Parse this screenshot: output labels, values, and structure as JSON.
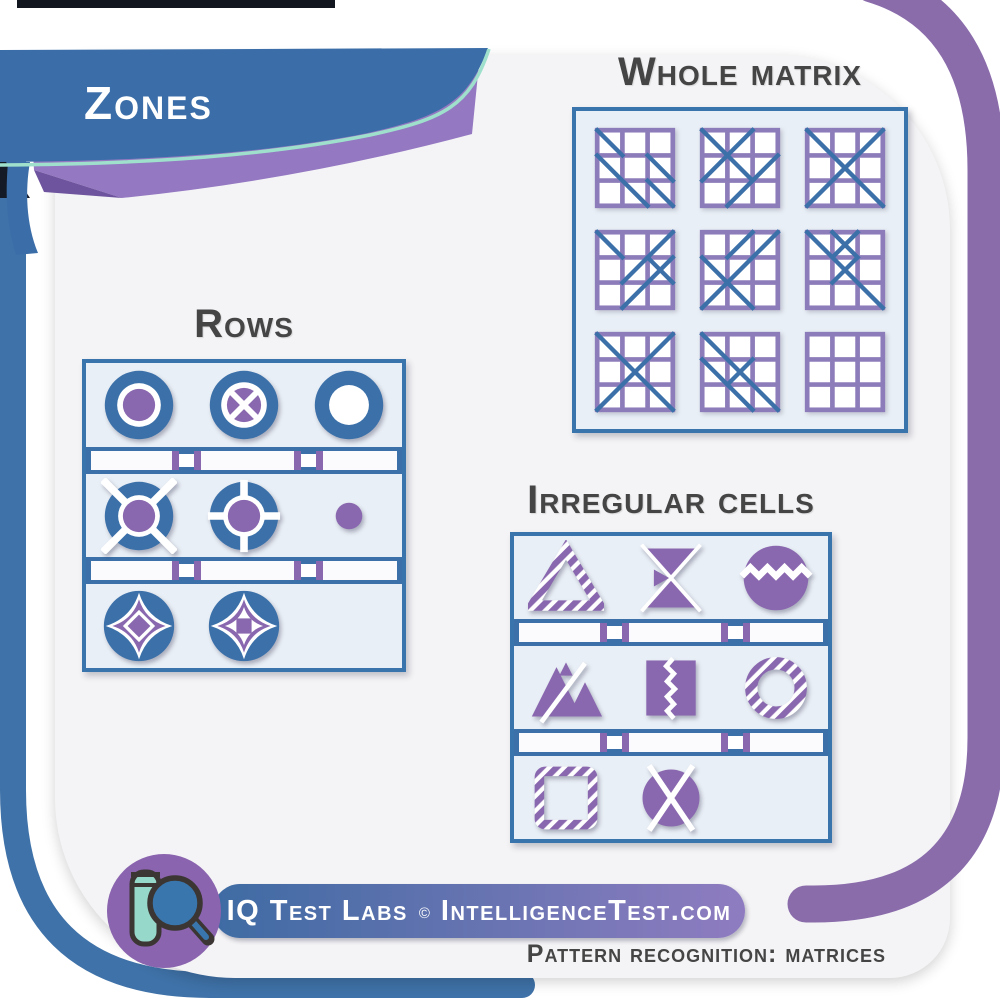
{
  "banner": {
    "title": "Zones"
  },
  "whole_matrix": {
    "title": "Whole matrix",
    "cells": [
      {
        "diagonals": [
          [
            0,
            0,
            1,
            1
          ],
          [
            0,
            1,
            2,
            3
          ],
          [
            2,
            1,
            3,
            2
          ],
          [
            2,
            2,
            3,
            3
          ]
        ]
      },
      {
        "diagonals": [
          [
            0,
            0,
            1,
            1
          ],
          [
            2,
            0,
            0,
            2
          ],
          [
            1,
            1,
            2,
            2
          ],
          [
            1,
            3,
            3,
            1
          ]
        ]
      },
      {
        "diagonals": [
          [
            0,
            0,
            3,
            3
          ],
          [
            3,
            0,
            0,
            3
          ]
        ]
      },
      {
        "diagonals": [
          [
            0,
            0,
            1,
            1
          ],
          [
            3,
            0,
            1,
            2
          ],
          [
            1,
            3,
            3,
            1
          ],
          [
            2,
            1,
            3,
            2
          ]
        ]
      },
      {
        "diagonals": [
          [
            1,
            1,
            2,
            0
          ],
          [
            0,
            3,
            3,
            0
          ],
          [
            0,
            1,
            2,
            3
          ]
        ]
      },
      {
        "diagonals": [
          [
            0,
            0,
            3,
            3
          ],
          [
            1,
            0,
            2,
            1
          ],
          [
            2,
            0,
            1,
            1
          ],
          [
            2,
            1,
            1,
            2
          ]
        ]
      },
      {
        "diagonals": [
          [
            0,
            0,
            3,
            3
          ],
          [
            3,
            0,
            0,
            3
          ]
        ]
      },
      {
        "diagonals": [
          [
            0,
            0,
            3,
            3
          ],
          [
            0,
            1,
            2,
            3
          ],
          [
            2,
            1,
            1,
            2
          ]
        ]
      },
      {
        "diagonals": []
      }
    ]
  },
  "rows_panel": {
    "title": "Rows",
    "rows": [
      {
        "cells": [
          "donut-purple-center",
          "donut-x-center",
          "donut-ring"
        ]
      },
      {
        "cells": [
          "wheel-diagonal-cuts",
          "wheel-cross-cuts",
          "small-purple-dot"
        ]
      },
      {
        "cells": [
          "circle-star-diamond",
          "circle-star-square",
          "empty"
        ]
      }
    ]
  },
  "irregular_panel": {
    "title": "Irregular cells",
    "rows": [
      {
        "cells": [
          "triangle-hatched",
          "hourglass-split",
          "circle-zigzag-band"
        ]
      },
      {
        "cells": [
          "mountain-triangles-slash",
          "square-zigzag-split",
          "ring-hatched"
        ]
      },
      {
        "cells": [
          "square-outline-hatched",
          "circle-x-wedges",
          "empty"
        ]
      }
    ]
  },
  "footer": {
    "brand": "IQ Test Labs",
    "copyright_symbol": "©",
    "site": "IntelligenceTest.com",
    "tagline": "Pattern recognition: matrices"
  },
  "colors": {
    "blue": "#3b70a9",
    "panel_border": "#3a74ad",
    "grid_purple": "#8d7cba",
    "purple": "#8a68af",
    "arc_purple": "#8a6cab",
    "ribbon_purple": "#9478c2",
    "ribbon_fold": "#6e549e",
    "mint_line": "#9fe0cd",
    "panel_bg": "#e9eff6",
    "card_bg": "#f4f4f6",
    "heading": "#454545",
    "pill_start": "#3e6ba3",
    "pill_end": "#8f7cc0",
    "tube_teal": "#96d8c9",
    "dark_outline": "#3b3633",
    "logo_purple": "#8a64ae"
  }
}
